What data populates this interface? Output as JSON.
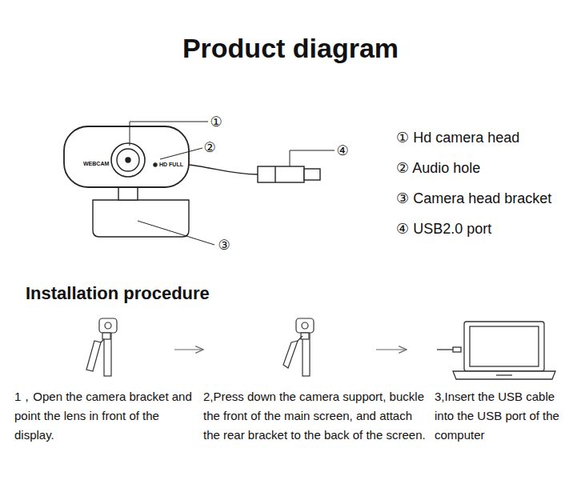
{
  "diagram": {
    "title": "Product diagram",
    "labels": [
      "①",
      "②",
      "WEBCAM",
      "HD FULL",
      "④",
      "③",
      "① Hd camera head",
      "② Audio hole",
      "③ Camera head bracket",
      "④ USB2.0 port",
      "Installation procedure",
      "1，Open the camera bracket and point the lens in front of the display.",
      "2,Press down the camera support, buckle the front of the main screen, and attach the rear bracket to the back of the screen.",
      "3,Insert the USB cable into the USB port of the computer"
    ]
  }
}
